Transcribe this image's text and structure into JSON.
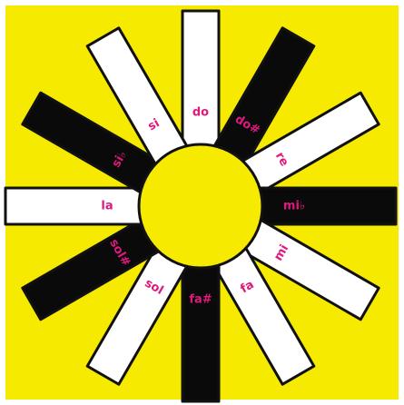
{
  "colors": {
    "background": "#f5ea00",
    "white_key": "#ffffff",
    "black_key": "#0a0a0a",
    "outline": "#111111",
    "label": "#e0197d",
    "center": "#f5ea00"
  },
  "keys": [
    {
      "note": "do",
      "color": "white"
    },
    {
      "note": "do#",
      "color": "black"
    },
    {
      "note": "re",
      "color": "white"
    },
    {
      "note": "mi♭",
      "color": "black"
    },
    {
      "note": "mi",
      "color": "white"
    },
    {
      "note": "fa",
      "color": "white"
    },
    {
      "note": "fa#",
      "color": "black"
    },
    {
      "note": "sol",
      "color": "white"
    },
    {
      "note": "sol#",
      "color": "black"
    },
    {
      "note": "la",
      "color": "white"
    },
    {
      "note": "si♭",
      "color": "black"
    },
    {
      "note": "si",
      "color": "white"
    }
  ]
}
